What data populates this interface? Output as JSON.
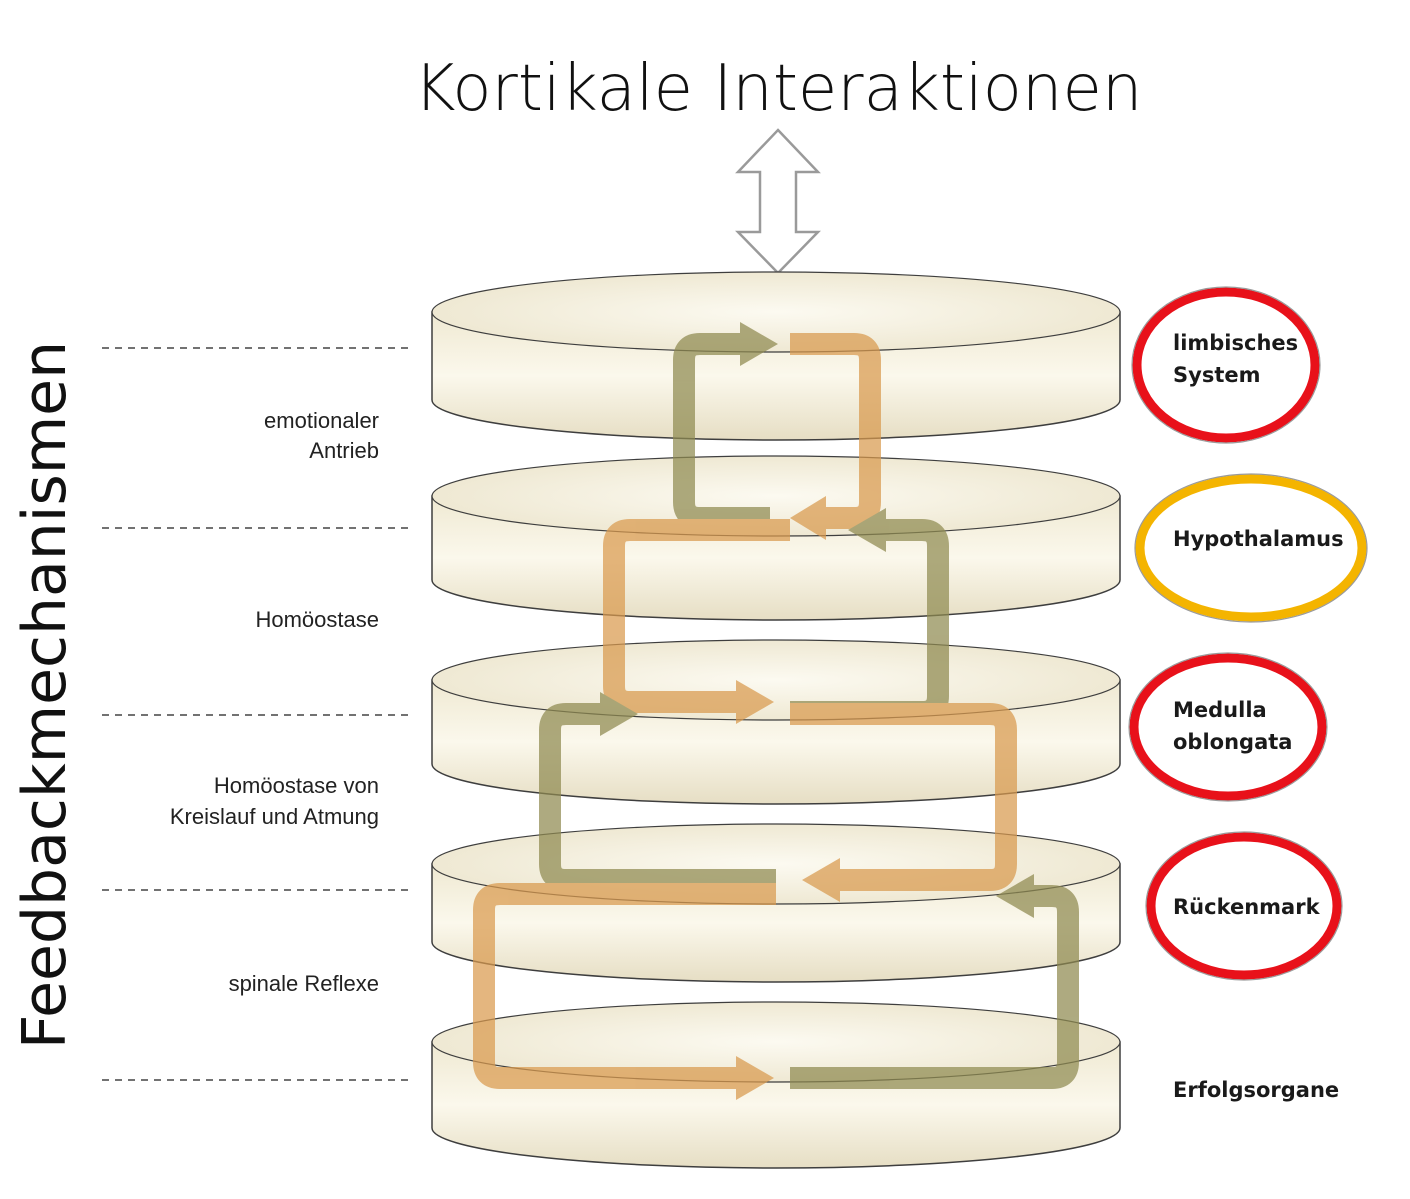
{
  "title": "Kortikale Interaktionen",
  "side_title": "Feedbackmechanismen",
  "descriptions": {
    "emotional_line1": "emotionaler",
    "emotional_line2": "Antrieb",
    "homeostasis": "Homöostase",
    "circulation_line1": "Homöostase von",
    "circulation_line2": "Kreislauf und Atmung",
    "spinal": "spinale Reflexe"
  },
  "levels": [
    {
      "line1": "limbisches",
      "line2": "System",
      "ring_color": "#e8111a"
    },
    {
      "line1": "Hypothalamus",
      "line2": "",
      "ring_color": "#f4b400"
    },
    {
      "line1": "Medulla",
      "line2": "oblongata",
      "ring_color": "#e8111a"
    },
    {
      "line1": "Rückenmark",
      "line2": "",
      "ring_color": "#e8111a"
    },
    {
      "line1": "Erfolgsorgane",
      "line2": "",
      "ring_color": ""
    }
  ],
  "colors": {
    "disk_fill": "#f4efdc",
    "disk_edge": "#3e3e3e",
    "arrow_olive": "#8f8a50",
    "arrow_orange": "#d99a4e",
    "outline_arrow": "#9a9a9a"
  }
}
